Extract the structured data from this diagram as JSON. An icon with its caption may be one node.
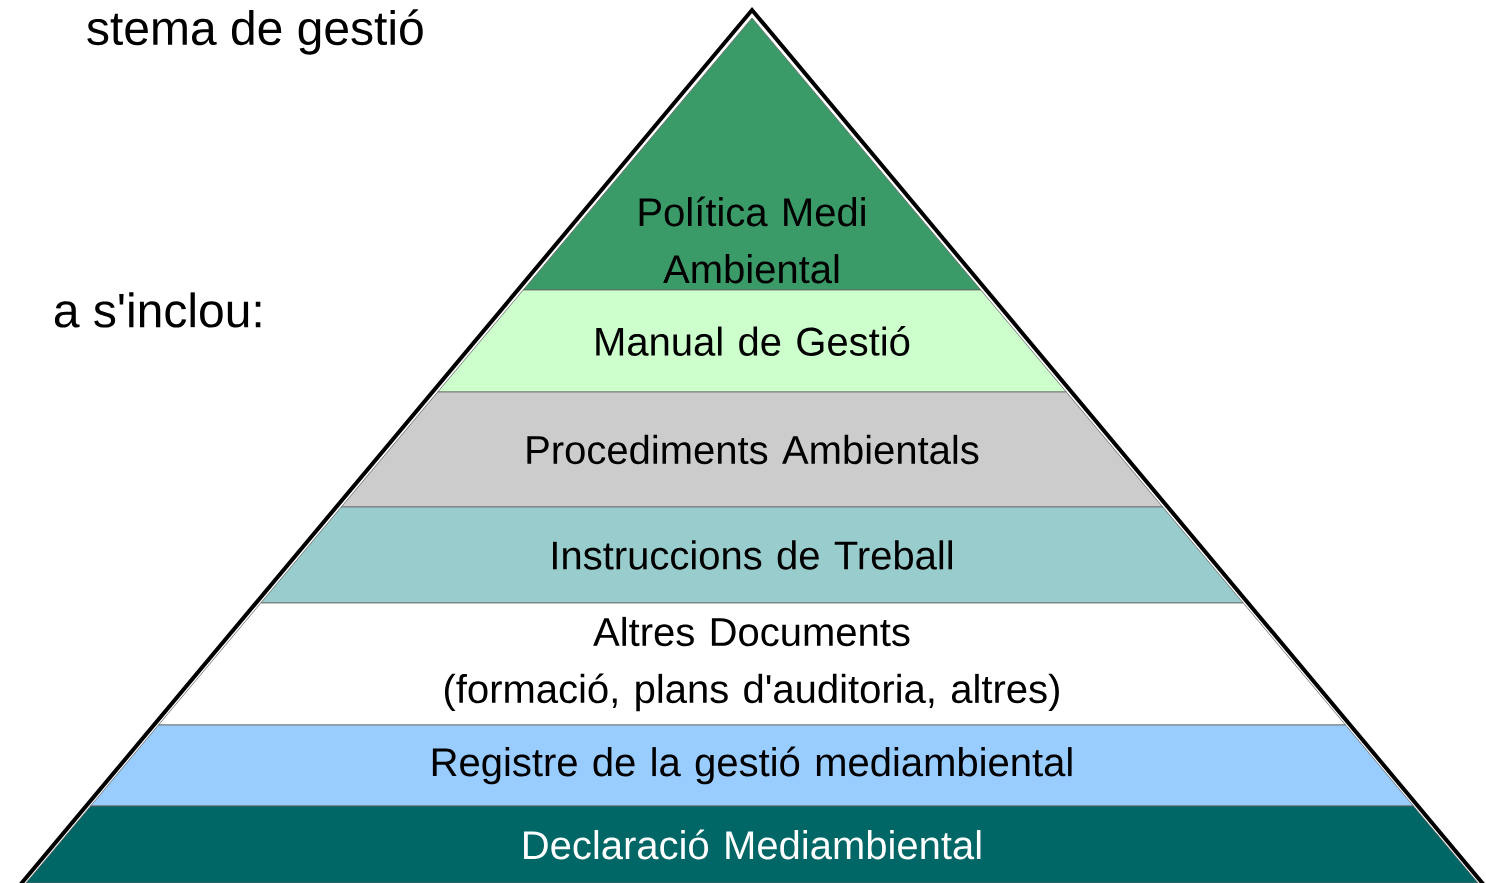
{
  "diagram": {
    "nodes": [
      {
        "text": [
          "Política Medi Ambiental"
        ]
      },
      {
        "text": [
          "Manual de Gestió"
        ]
      },
      {
        "text": [
          "Procediments Ambientals"
        ]
      },
      {
        "text": [
          "Instruccions de Treball"
        ]
      },
      {
        "text": [
          "Altres Documents",
          "(formació, plans d'auditoria, altres)"
        ]
      },
      {
        "text": [
          "Registre de la gestió mediambiental"
        ]
      },
      {
        "text": [
          "Declaració Mediambiental"
        ]
      }
    ],
    "labels": [
      "stema de gestió",
      "a s'inclou:"
    ]
  }
}
